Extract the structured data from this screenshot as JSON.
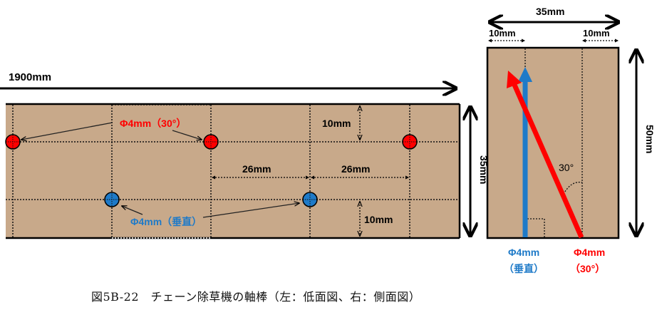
{
  "colors": {
    "board_fill": "#c8a98a",
    "board_stroke": "#000000",
    "hole_red": "#ff0000",
    "hole_blue": "#1e7ac8",
    "arrow_red": "#ff0000",
    "arrow_blue": "#1e7ac8",
    "label_red": "#ff0000",
    "label_blue": "#1e7ac8"
  },
  "bottom_view": {
    "length_label": "1900mm",
    "width_label": "35mm",
    "top_offset_label": "10mm",
    "bottom_offset_label": "10mm",
    "spacing_labels": [
      "26mm",
      "26mm"
    ],
    "red_hole_label": "Φ4mm（30°）",
    "blue_hole_label": "Φ4mm（垂直）",
    "red_holes_count": 3,
    "blue_holes_count": 2
  },
  "side_view": {
    "width_label": "35mm",
    "left_offset_label": "10mm",
    "right_offset_label": "10mm",
    "height_label": "50mm",
    "angle_label": "30°",
    "blue_label_line1": "Φ4mm",
    "blue_label_line2": "（垂直）",
    "red_label_line1": "Φ4mm",
    "red_label_line2": "（30°）"
  },
  "caption": "図5B-22　チェーン除草機の軸棒（左：低面図、右：側面図）"
}
